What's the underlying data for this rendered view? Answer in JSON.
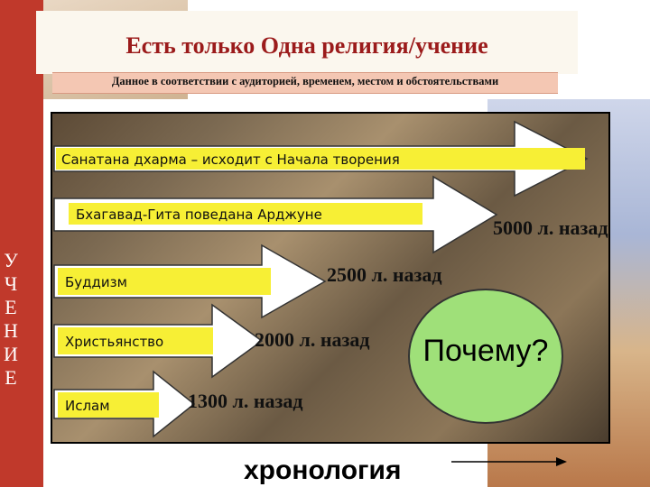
{
  "slide": {
    "title": "Есть только Одна религия/учение",
    "subtitle": "Данное в соответствии с аудиторией, временем, местом и обстоятельствами",
    "side_letters": [
      "У",
      "Ч",
      "Е",
      "Н",
      "И",
      "Е"
    ]
  },
  "timeline": {
    "arrows": [
      {
        "label": "Санатана дхарма – исходит с Начала творения",
        "years": ""
      },
      {
        "label": "Бхагавад-Гита поведана Арджуне",
        "years": "5000 л. назад"
      },
      {
        "label": "Буддизм",
        "years": "2500 л. назад"
      },
      {
        "label": "Христьянство",
        "years": "2000 л. назад"
      },
      {
        "label": "Ислам",
        "years": "1300 л. назад"
      }
    ]
  },
  "why": "Почему?",
  "footer": "хронология",
  "colors": {
    "side_bar": "#c0392b",
    "title": "#9b1b1b",
    "label_fill": "#f7ef35",
    "circle": "#9fe079",
    "arrow_body": "#ffffff"
  }
}
